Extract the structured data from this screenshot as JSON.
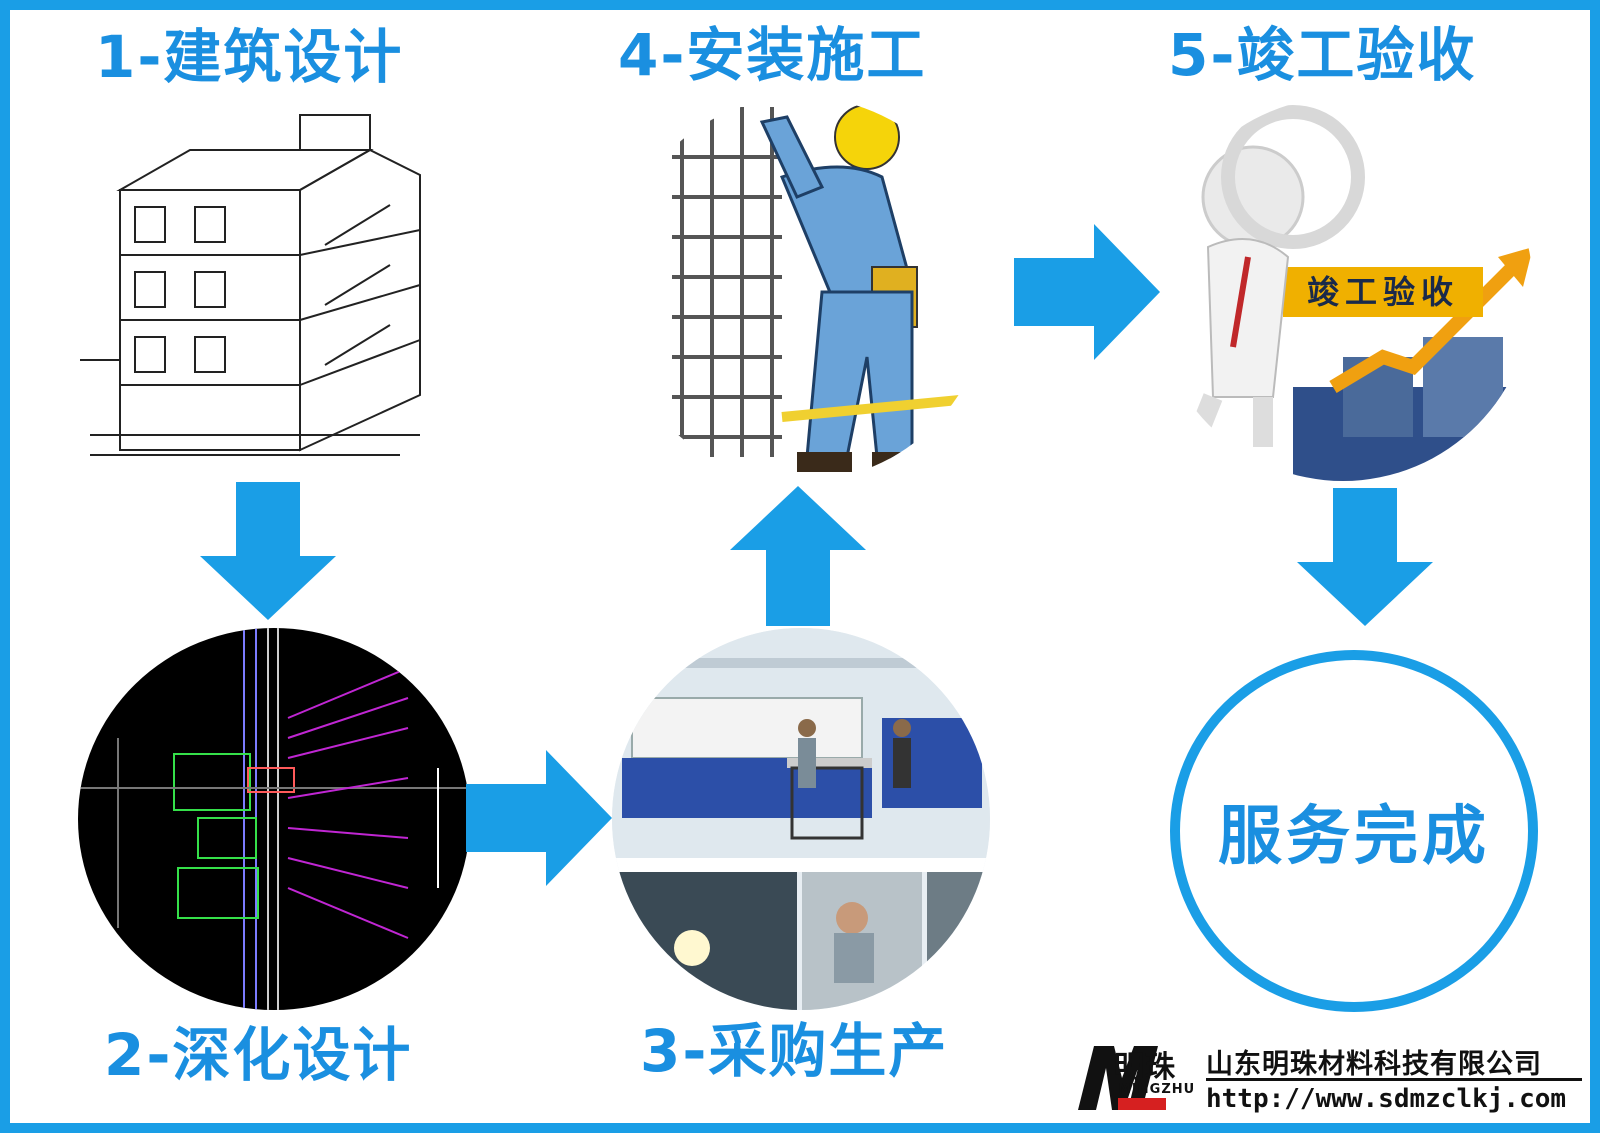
{
  "steps": {
    "step1": "1-建筑设计",
    "step2": "2-深化设计",
    "step3": "3-采购生产",
    "step4": "4-安装施工",
    "step5": "5-竣工验收"
  },
  "completion": {
    "text": "服务完成"
  },
  "inspection_image": {
    "label": "竣工验收"
  },
  "company": {
    "brand_cn": "明珠",
    "brand_en": "MINGZHU",
    "name": "山东明珠材料科技有限公司",
    "url": "http://www.sdmzclkj.com"
  },
  "colors": {
    "accent": "#1a9ee6",
    "title": "#1a8fe0"
  }
}
